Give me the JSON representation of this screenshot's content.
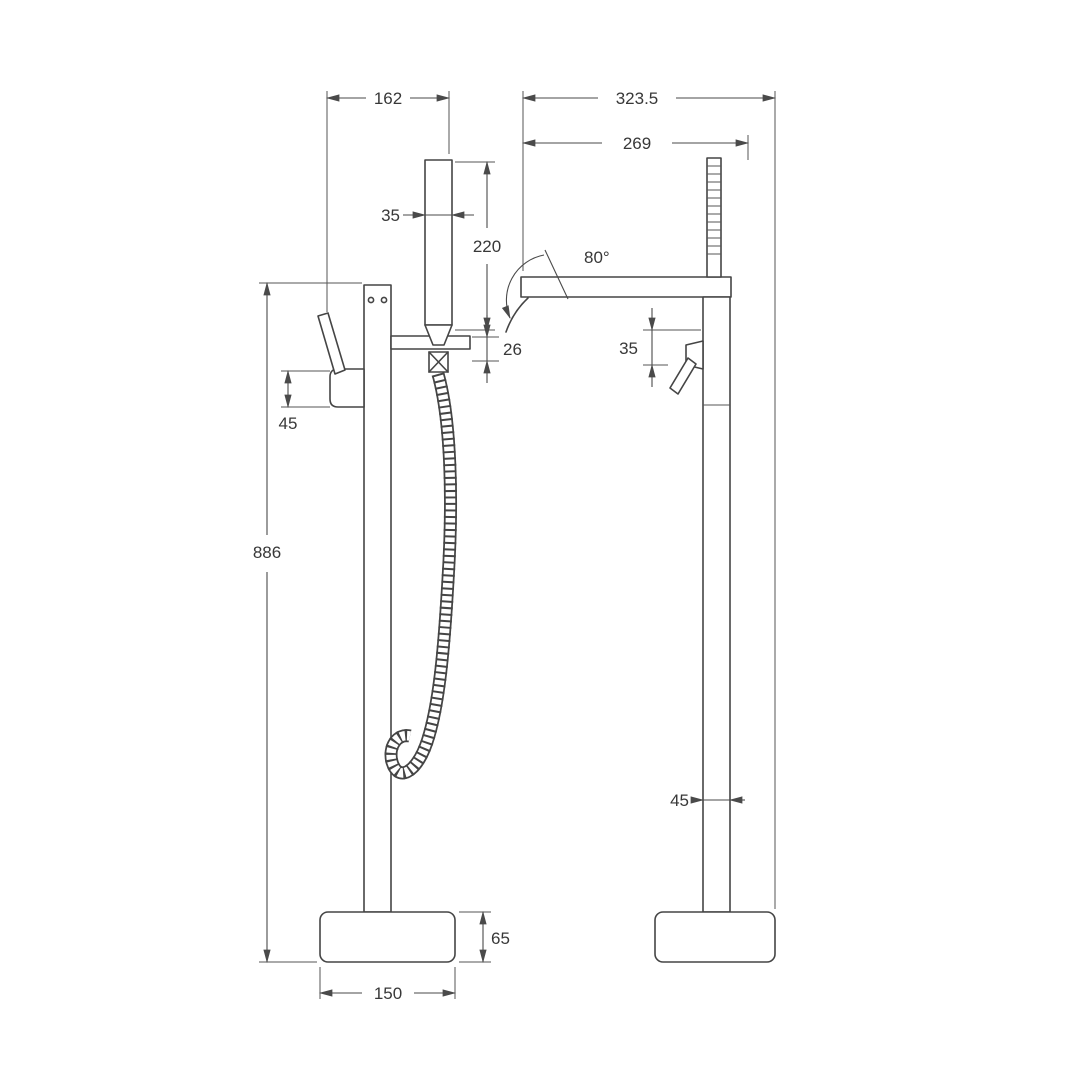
{
  "drawing": {
    "left_view": {
      "dim_top_width": "162",
      "dim_handset_width": "35",
      "dim_handset_height": "220",
      "dim_bracket_offset": "26",
      "dim_lever_height": "45",
      "dim_overall_height": "886",
      "dim_base_height": "65",
      "dim_base_width": "150"
    },
    "right_view": {
      "dim_overall_width": "323.5",
      "dim_spout_reach": "269",
      "dim_spout_angle": "80°",
      "dim_handle_height": "35",
      "dim_column_width": "45"
    },
    "colors": {
      "object_line": "#454545",
      "dimension_line": "#4a4a4a",
      "background": "#ffffff"
    }
  }
}
